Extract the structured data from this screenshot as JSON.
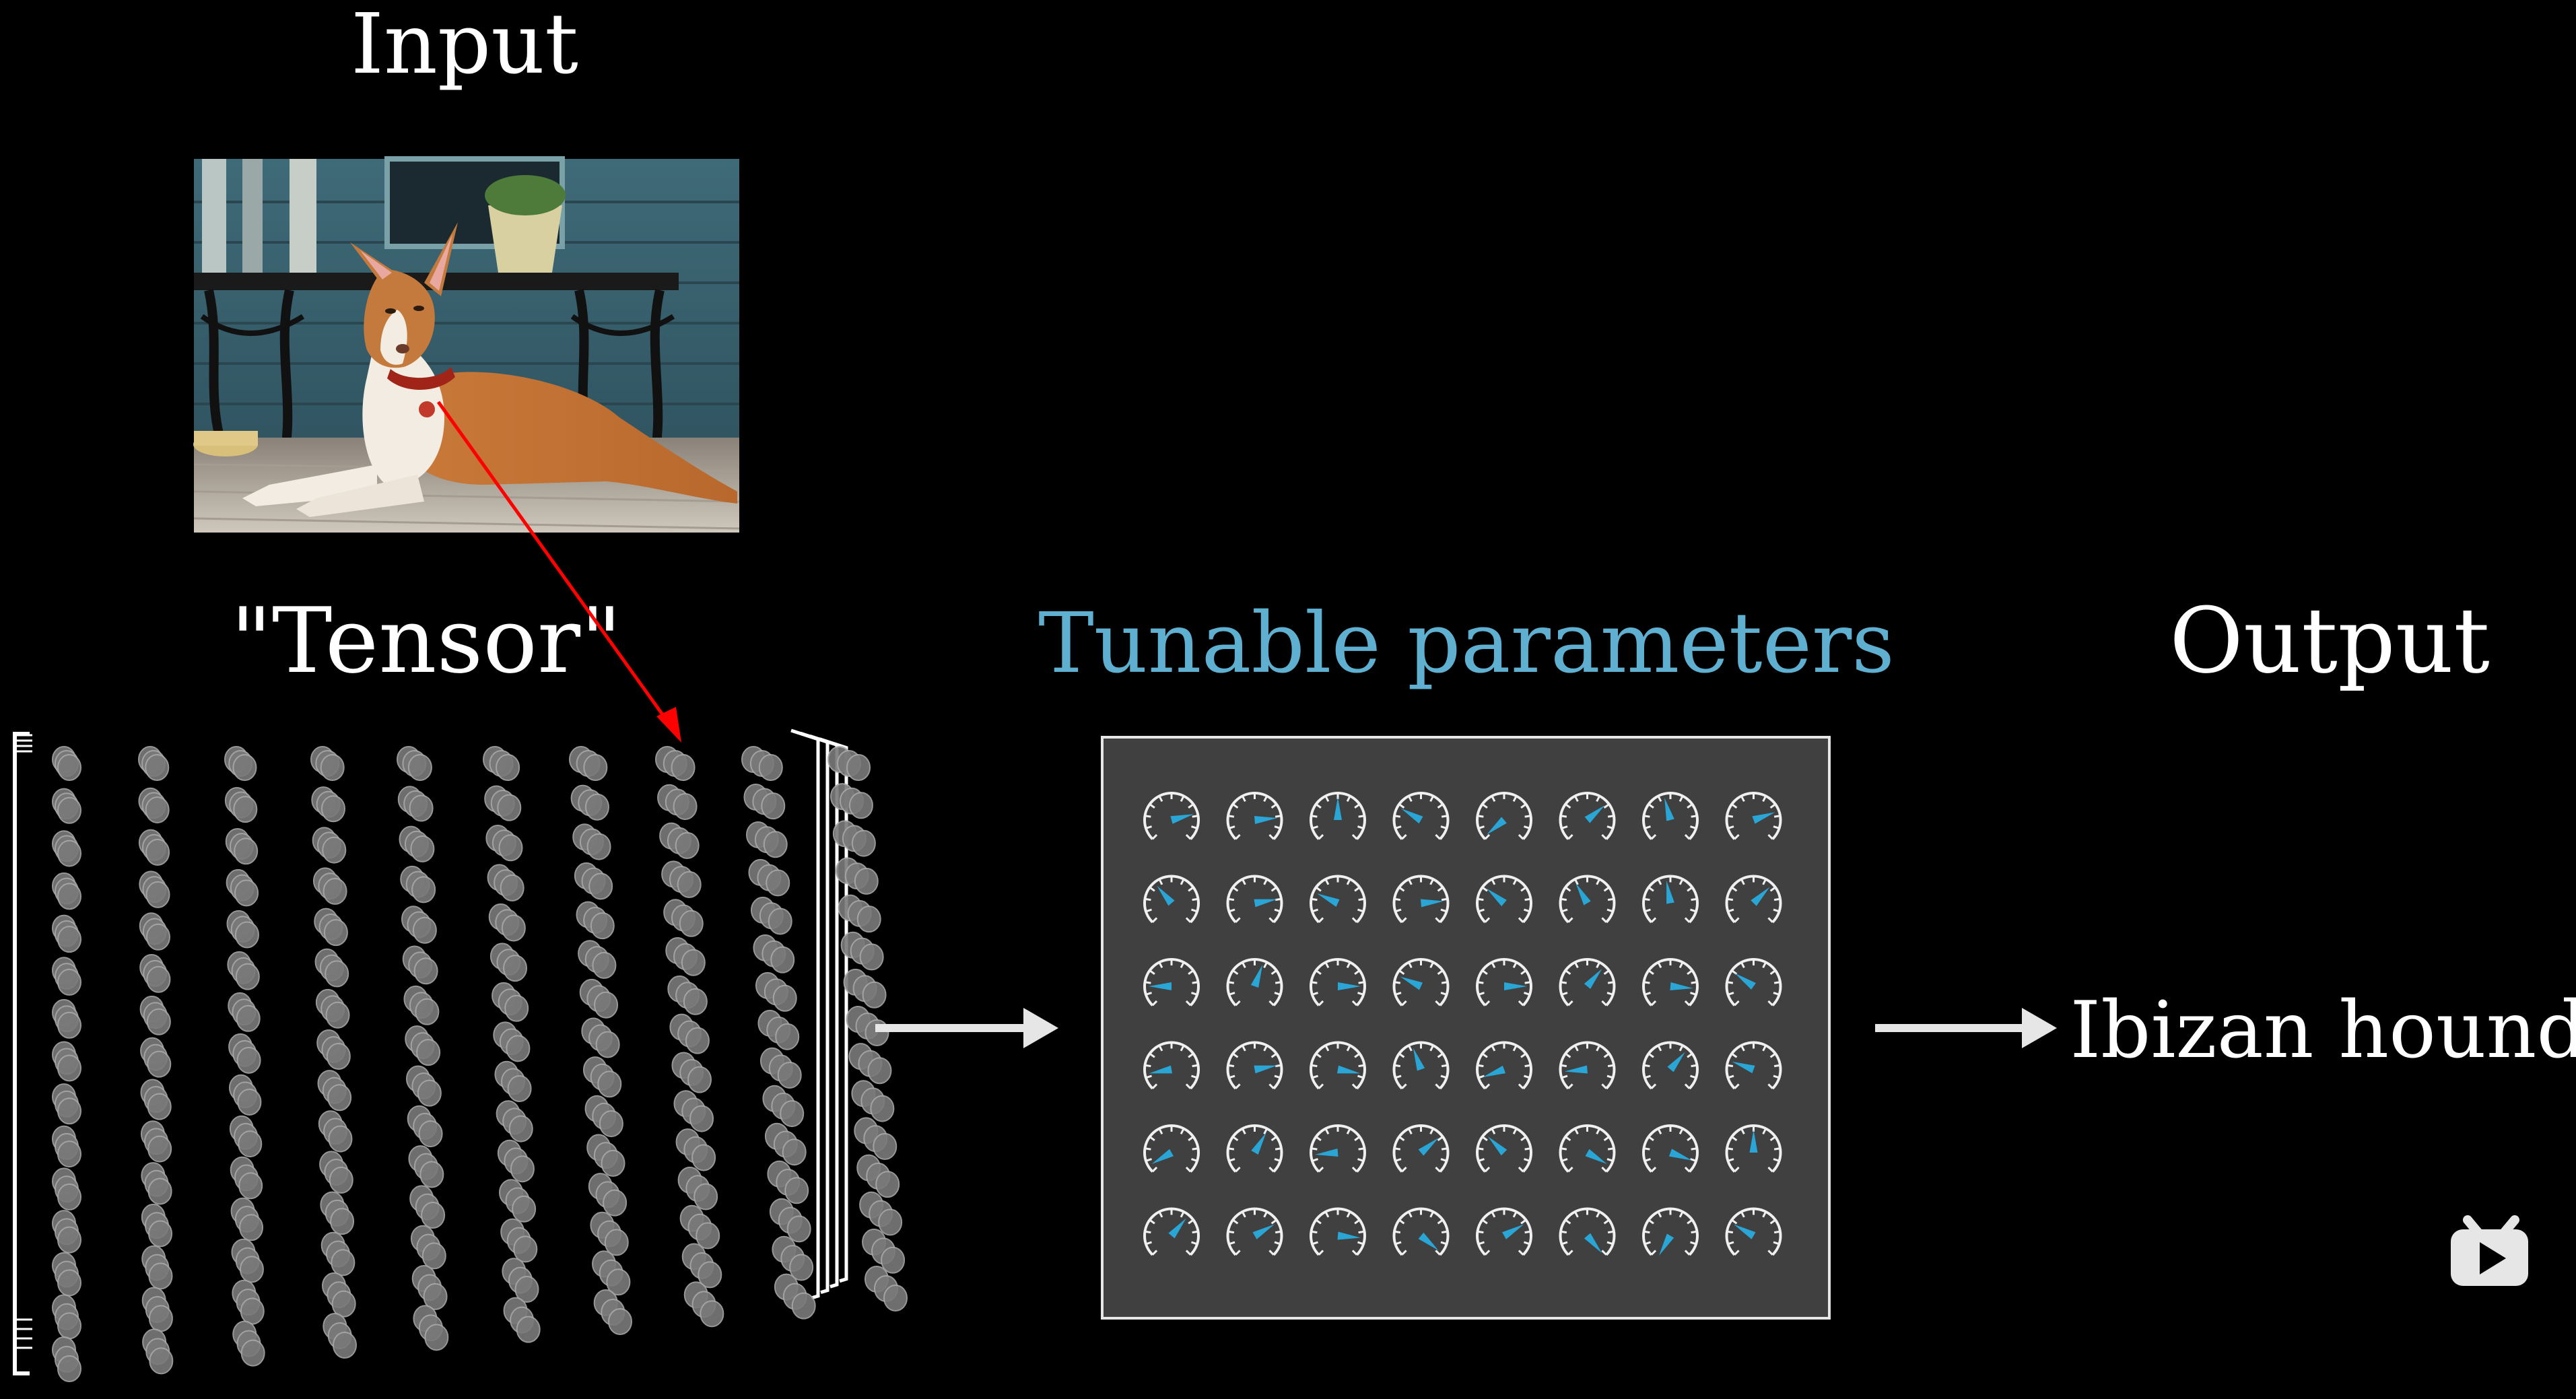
{
  "labels": {
    "input": "Input",
    "tensor": "\"Tensor\"",
    "params": "Tunable parameters",
    "output": "Output",
    "result": "Ibizan hound"
  },
  "colors": {
    "background": "#000000",
    "text": "#ffffff",
    "accent": "#5fb0d0",
    "panel": "#404040",
    "needle": "#2aa6d6",
    "pointer_arrow": "#ff0000",
    "flow_arrow": "#e6e6e6"
  },
  "icons": {
    "photo": "dog-photo-icon",
    "logo": "tv-play-logo-icon"
  },
  "dials": {
    "rows": 6,
    "cols": 8,
    "angles": [
      [
        75,
        85,
        0,
        -60,
        -130,
        50,
        -15,
        70
      ],
      [
        -40,
        80,
        -65,
        85,
        -50,
        -30,
        -10,
        45
      ],
      [
        -90,
        20,
        90,
        -65,
        90,
        40,
        95,
        -55
      ],
      [
        -100,
        80,
        100,
        -20,
        -110,
        -95,
        40,
        -70
      ],
      [
        -120,
        30,
        -95,
        50,
        -45,
        120,
        110,
        0
      ],
      [
        40,
        60,
        95,
        130,
        60,
        140,
        -150,
        -60
      ]
    ]
  },
  "tensor": {
    "rows": 15,
    "cols": 10,
    "frames": 4
  }
}
